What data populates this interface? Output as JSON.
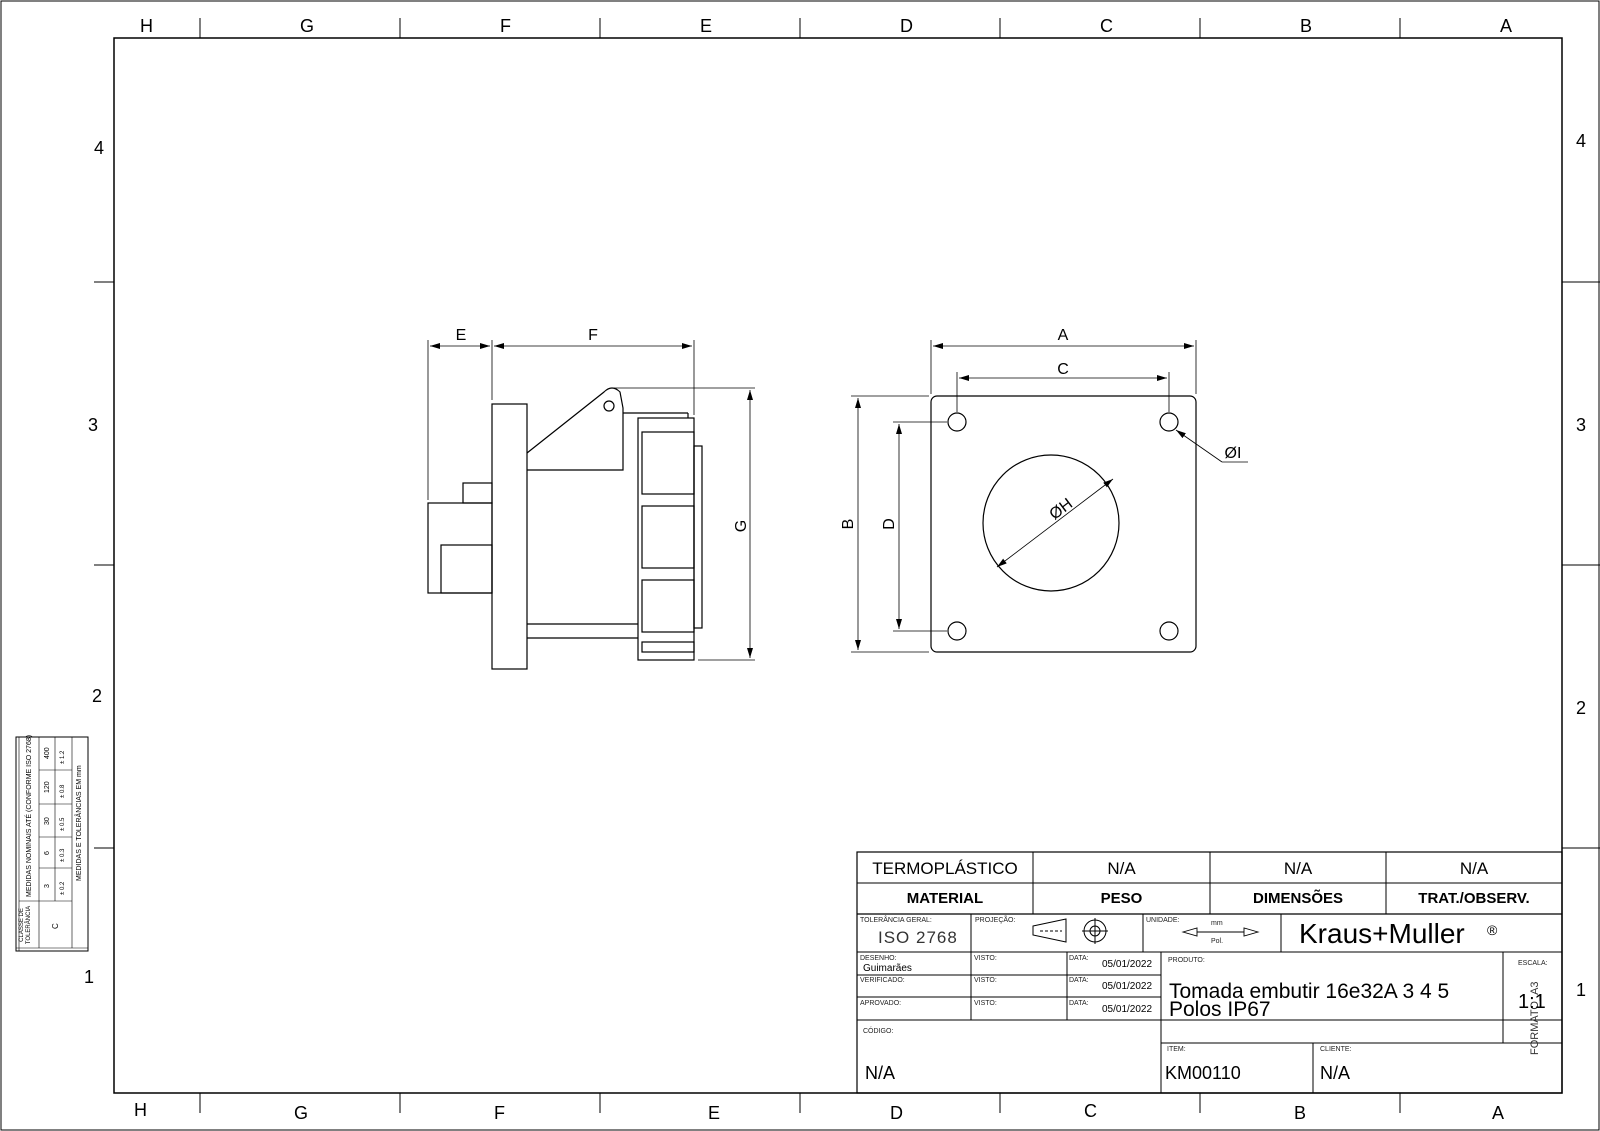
{
  "frame": {
    "columns_top": [
      "H",
      "G",
      "F",
      "E",
      "D",
      "C",
      "B",
      "A"
    ],
    "columns_bottom": [
      "H",
      "G",
      "F",
      "E",
      "D",
      "C",
      "B",
      "A"
    ],
    "rows_left": [
      "4",
      "3",
      "2",
      "1"
    ],
    "rows_right": [
      "4",
      "3",
      "2",
      "1"
    ],
    "format_label": "FORMATO_A3"
  },
  "drawing": {
    "side_view": {
      "dim_e": "E",
      "dim_f": "F",
      "dim_g": "G"
    },
    "front_view": {
      "dim_a": "A",
      "dim_c": "C",
      "dim_b": "B",
      "dim_d": "D",
      "dim_h": "ØH",
      "dim_i": "ØI"
    }
  },
  "tolerance_table": {
    "title": "MEDIDAS NOMINAIS ATÉ (CONFORME ISO 2768)",
    "class_header": "CLASSE DE TOLERÂNCIA",
    "class_value": "C",
    "nominals": [
      "3",
      "6",
      "30",
      "120",
      "400"
    ],
    "tolerances": [
      "± 0.2",
      "± 0.3",
      "± 0.5",
      "± 0.8",
      "± 1.2"
    ],
    "footer": "MEDIDAS E TOLERÂNCIAS EM mm"
  },
  "title_block": {
    "row1": {
      "material": "TERMOPLÁSTICO",
      "peso": "N/A",
      "dimensoes": "N/A",
      "trat": "N/A"
    },
    "row2": {
      "material": "MATERIAL",
      "peso": "PESO",
      "dimensoes": "DIMENSÕES",
      "trat": "TRAT./OBSERV."
    },
    "tolerancia_label": "TOLERÂNCIA GERAL:",
    "tolerancia_value": "ISO 2768",
    "projecao_label": "PROJEÇÃO:",
    "unidade_label": "UNIDADE:",
    "unidade_mm": "mm",
    "unidade_pol": "Pol.",
    "brand": "Kraus+Muller",
    "brand_mark": "®",
    "desenho_label": "DESENHO:",
    "desenho_value": "Guimarães",
    "verificado_label": "VERIFICADO:",
    "aprovado_label": "APROVADO:",
    "visto_label": "VISTO:",
    "data_label": "DATA:",
    "dates": [
      "05/01/2022",
      "05/01/2022",
      "05/01/2022"
    ],
    "produto_label": "PRODUTO:",
    "produto_line1": "Tomada embutir 16e32A 3 4 5",
    "produto_line2": "Polos IP67",
    "escala_label": "ESCALA:",
    "escala_value": "1:1",
    "codigo_label": "CÓDIGO:",
    "codigo_value": "N/A",
    "item_label": "ITEM:",
    "item_value": "KM00110",
    "cliente_label": "CLIENTE:",
    "cliente_value": "N/A"
  }
}
